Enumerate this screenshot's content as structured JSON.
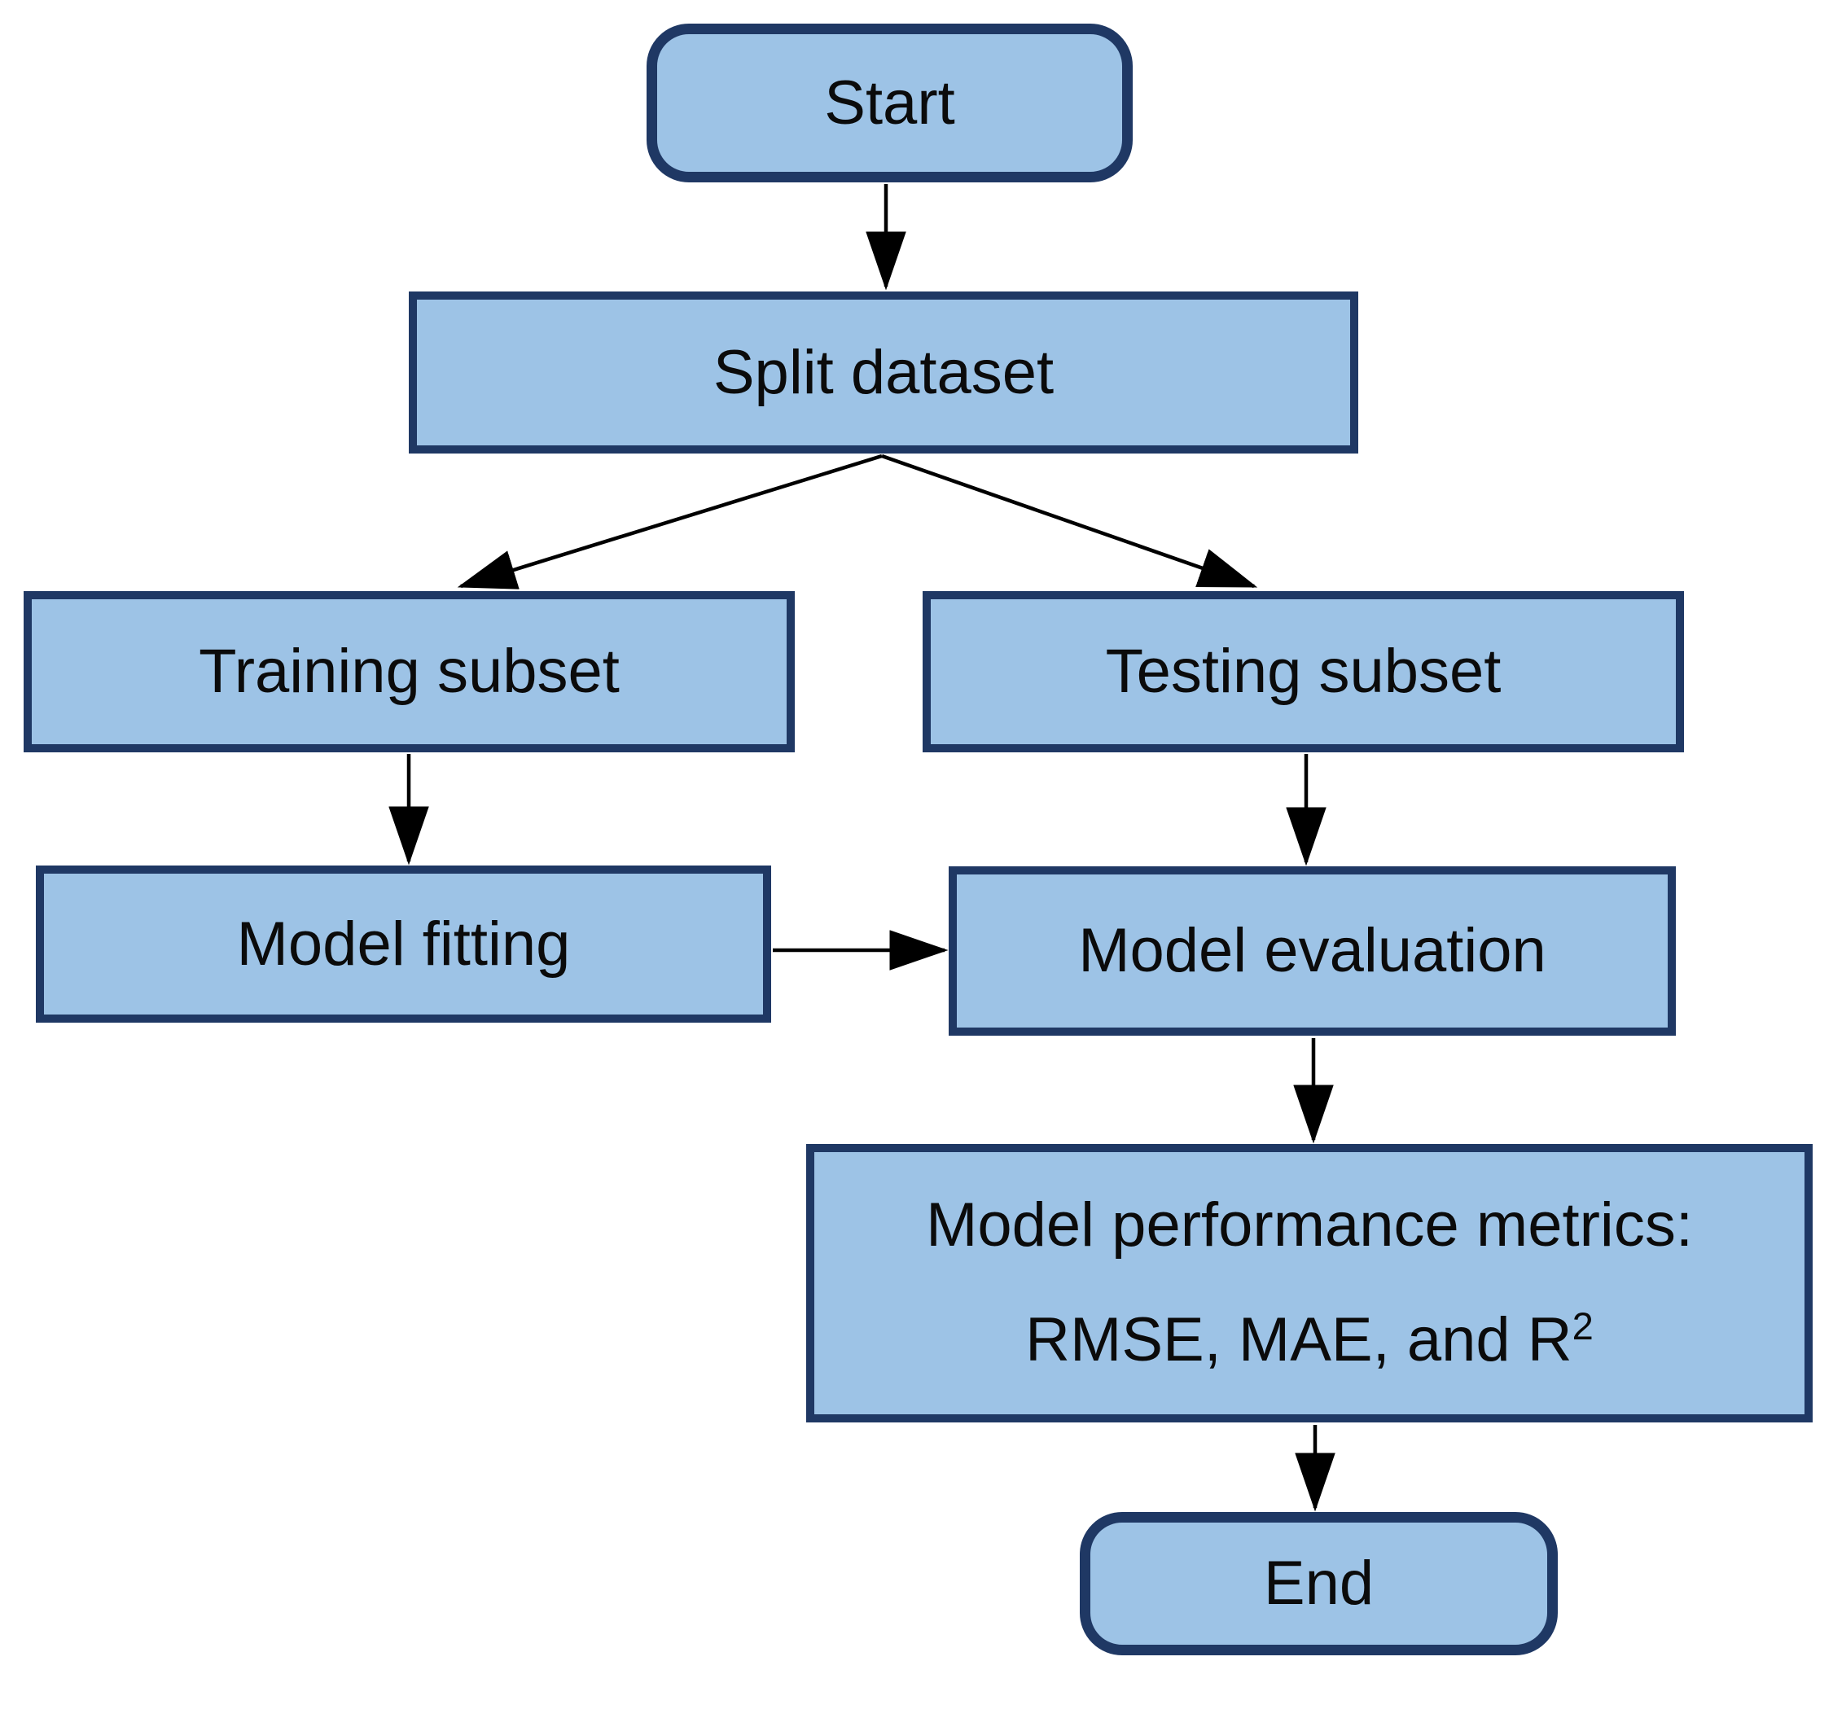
{
  "diagram": {
    "type": "flowchart",
    "background_color": "#FFFFFF",
    "node_fill_color": "#9DC3E6",
    "node_border_color": "#1F3864",
    "arrow_color": "#000000",
    "text_color": "#0B0B0B",
    "nodes": [
      {
        "id": "start",
        "shape": "rounded",
        "label": "Start"
      },
      {
        "id": "split-dataset",
        "shape": "rectangle",
        "label": "Split dataset"
      },
      {
        "id": "training-subset",
        "shape": "rectangle",
        "label": "Training subset"
      },
      {
        "id": "testing-subset",
        "shape": "rectangle",
        "label": "Testing subset"
      },
      {
        "id": "model-fitting",
        "shape": "rectangle",
        "label": "Model fitting"
      },
      {
        "id": "model-evaluation",
        "shape": "rectangle",
        "label": "Model evaluation"
      },
      {
        "id": "model-performance-metrics",
        "shape": "rectangle",
        "label_line1": "Model performance metrics:",
        "label_line2_base": "RMSE, MAE, and R",
        "label_line2_superscript": "2"
      },
      {
        "id": "end",
        "shape": "rounded",
        "label": "End"
      }
    ],
    "edges": [
      {
        "from": "start",
        "to": "split-dataset"
      },
      {
        "from": "split-dataset",
        "to": "training-subset"
      },
      {
        "from": "split-dataset",
        "to": "testing-subset"
      },
      {
        "from": "training-subset",
        "to": "model-fitting"
      },
      {
        "from": "testing-subset",
        "to": "model-evaluation"
      },
      {
        "from": "model-fitting",
        "to": "model-evaluation"
      },
      {
        "from": "model-evaluation",
        "to": "model-performance-metrics"
      },
      {
        "from": "model-performance-metrics",
        "to": "end"
      }
    ]
  }
}
